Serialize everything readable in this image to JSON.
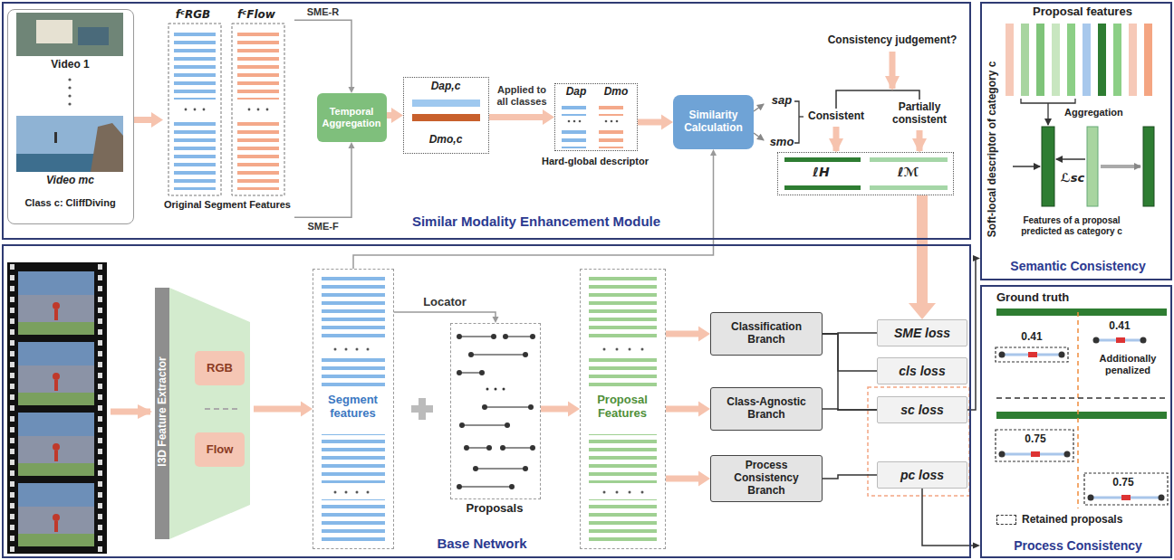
{
  "diagram": {
    "nodes": [
      {
        "text": [
          "Similar Modality Enhancement Module"
        ]
      },
      {
        "text": [
          "Video 1",
          "Video mc",
          "Class c: CliffDiving"
        ],
        "in": 0
      },
      {
        "text": [
          "fᶜRGB",
          "fᶜFlow",
          "Original Segment Features"
        ],
        "in": 0
      },
      {
        "text": [
          "Temporal Aggregation"
        ],
        "in": 0
      },
      {
        "text": [
          "Dap,c",
          "Dmo,c"
        ],
        "in": 0
      },
      {
        "text": [
          "Dap",
          "Dmo",
          "Hard-global descriptor"
        ],
        "in": 0
      },
      {
        "text": [
          "Similarity Calculation"
        ],
        "in": 0
      },
      {
        "text": [
          "ℓH",
          "ℓℳ"
        ],
        "in": 0
      },
      {
        "text": [
          "Base Network"
        ]
      },
      {
        "text": [
          "I3D Feature Extractor"
        ],
        "in": 8
      },
      {
        "text": [
          "RGB"
        ],
        "in": 9
      },
      {
        "text": [
          "Flow"
        ],
        "in": 9
      },
      {
        "text": [
          "Segment features"
        ],
        "in": 8
      },
      {
        "text": [
          "Proposals"
        ],
        "in": 8
      },
      {
        "text": [
          "Proposal Features"
        ],
        "in": 8
      },
      {
        "text": [
          "Classification Branch"
        ],
        "in": 8
      },
      {
        "text": [
          "Class-Agnostic Branch"
        ],
        "in": 8
      },
      {
        "text": [
          "Process Consistency Branch"
        ],
        "in": 8
      },
      {
        "text": [
          "SME loss"
        ],
        "in": 8
      },
      {
        "text": [
          "cls loss"
        ],
        "in": 8
      },
      {
        "text": [
          "sc loss"
        ],
        "in": 8
      },
      {
        "text": [
          "pc loss"
        ],
        "in": 8
      },
      {
        "text": [
          "Semantic Consistency"
        ]
      },
      {
        "text": [
          "Process Consistency"
        ]
      }
    ],
    "edges": [
      {
        "from": 1,
        "to": 2,
        "arrow": "to"
      },
      {
        "from": 2,
        "to": 3,
        "label": "SME-R",
        "arrow": "to"
      },
      {
        "from": 2,
        "to": 3,
        "label": "SME-F",
        "arrow": "to"
      },
      {
        "from": 3,
        "to": 4,
        "arrow": "to"
      },
      {
        "from": 4,
        "to": 5,
        "label": "Applied to all classes",
        "arrow": "to"
      },
      {
        "from": 5,
        "to": 6,
        "arrow": "to"
      },
      {
        "from": 7,
        "to": 18,
        "arrow": "to"
      },
      {
        "from": 12,
        "to": 6,
        "arrow": "to"
      },
      {
        "from": 9,
        "to": 12,
        "arrow": "to"
      },
      {
        "from": 12,
        "to": 13,
        "label": "Locator",
        "arrow": "to"
      },
      {
        "from": 13,
        "to": 14,
        "arrow": "to"
      },
      {
        "from": 14,
        "to": 15,
        "arrow": "to"
      },
      {
        "from": 14,
        "to": 16,
        "arrow": "to"
      },
      {
        "from": 14,
        "to": 17,
        "arrow": "to"
      },
      {
        "from": 15,
        "to": 18,
        "arrow": "none"
      },
      {
        "from": 15,
        "to": 19,
        "arrow": "none"
      },
      {
        "from": 15,
        "to": 20,
        "arrow": "none"
      },
      {
        "from": 16,
        "to": 20,
        "arrow": "none"
      },
      {
        "from": 17,
        "to": 21,
        "arrow": "none"
      },
      {
        "from": 20,
        "to": 22,
        "arrow": "to"
      },
      {
        "from": 21,
        "to": 23,
        "arrow": "to"
      }
    ],
    "labels": [
      "sap",
      "smo",
      "Consistency judgement?",
      "Consistent",
      "Partially consistent",
      "Proposal features",
      "Aggregation",
      "Soft-local descriptor of category c",
      "ℒsc",
      "Features of a proposal predicted as category c",
      "Ground truth",
      "0.41",
      "0.41",
      "Additionally penalized",
      "0.75",
      "0.75"
    ],
    "legend": [
      {
        "text": "Retained proposals"
      }
    ]
  }
}
